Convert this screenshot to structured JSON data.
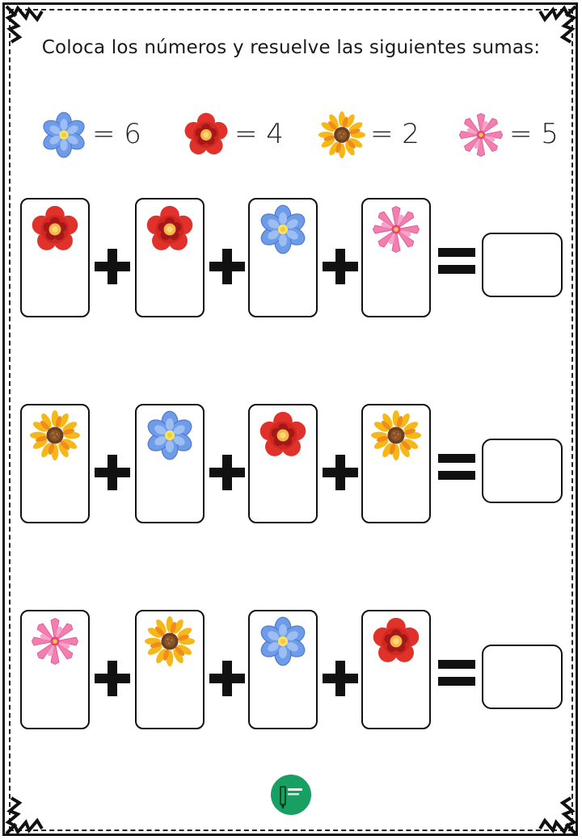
{
  "title": "Coloca los números y resuelve las siguientes sumas:",
  "legend": [
    {
      "flower": "blue-flower",
      "text": "= 6"
    },
    {
      "flower": "red-flower",
      "text": "= 4"
    },
    {
      "flower": "sunflower",
      "text": "= 2"
    },
    {
      "flower": "pink-flower",
      "text": "= 5"
    }
  ],
  "equations": [
    {
      "flowers": [
        "red-flower",
        "red-flower",
        "blue-flower",
        "pink-flower"
      ],
      "answer": ""
    },
    {
      "flowers": [
        "sunflower",
        "blue-flower",
        "red-flower",
        "sunflower"
      ],
      "answer": ""
    },
    {
      "flowers": [
        "pink-flower",
        "sunflower",
        "blue-flower",
        "red-flower"
      ],
      "answer": ""
    }
  ],
  "colors": {
    "blue_flower": "#6F9CE8",
    "red_flower": "#E53B2C",
    "sunflower": "#F6B819",
    "pink_flower": "#F27FB0",
    "logo_green": "#17A061"
  },
  "logo_icon": "pencil-logo-icon"
}
